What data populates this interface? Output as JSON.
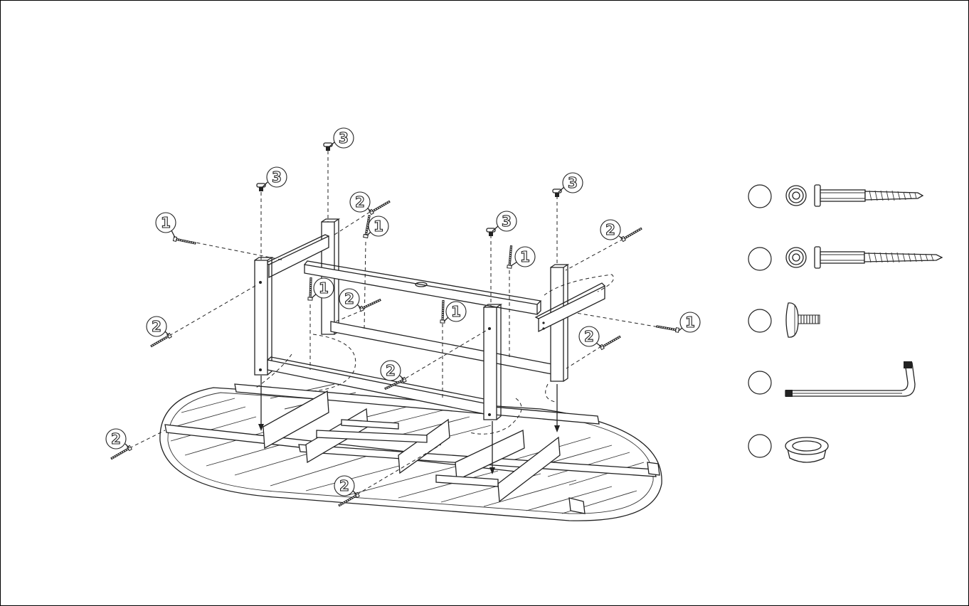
{
  "callouts": [
    {
      "label": "3",
      "part": "cap"
    },
    {
      "label": "3",
      "part": "cap"
    },
    {
      "label": "3",
      "part": "cap"
    },
    {
      "label": "3",
      "part": "cap"
    },
    {
      "label": "1",
      "part": "bolt"
    },
    {
      "label": "1",
      "part": "bolt"
    },
    {
      "label": "1",
      "part": "bolt"
    },
    {
      "label": "1",
      "part": "bolt"
    },
    {
      "label": "1",
      "part": "bolt"
    },
    {
      "label": "1",
      "part": "bolt"
    },
    {
      "label": "2",
      "part": "bolt"
    },
    {
      "label": "2",
      "part": "bolt"
    },
    {
      "label": "2",
      "part": "bolt"
    },
    {
      "label": "2",
      "part": "bolt"
    },
    {
      "label": "2",
      "part": "bolt"
    },
    {
      "label": "2",
      "part": "bolt"
    },
    {
      "label": "2",
      "part": "bolt"
    },
    {
      "label": "2",
      "part": "bolt"
    }
  ],
  "parts_legend": [
    {
      "icon": "short-bolt-with-washer-icon"
    },
    {
      "icon": "long-bolt-with-washer-icon"
    },
    {
      "icon": "leveling-foot-icon"
    },
    {
      "icon": "allen-key-icon"
    },
    {
      "icon": "umbrella-hole-cap-icon"
    }
  ],
  "colors": {
    "line": "#222222",
    "background": "#ffffff"
  }
}
